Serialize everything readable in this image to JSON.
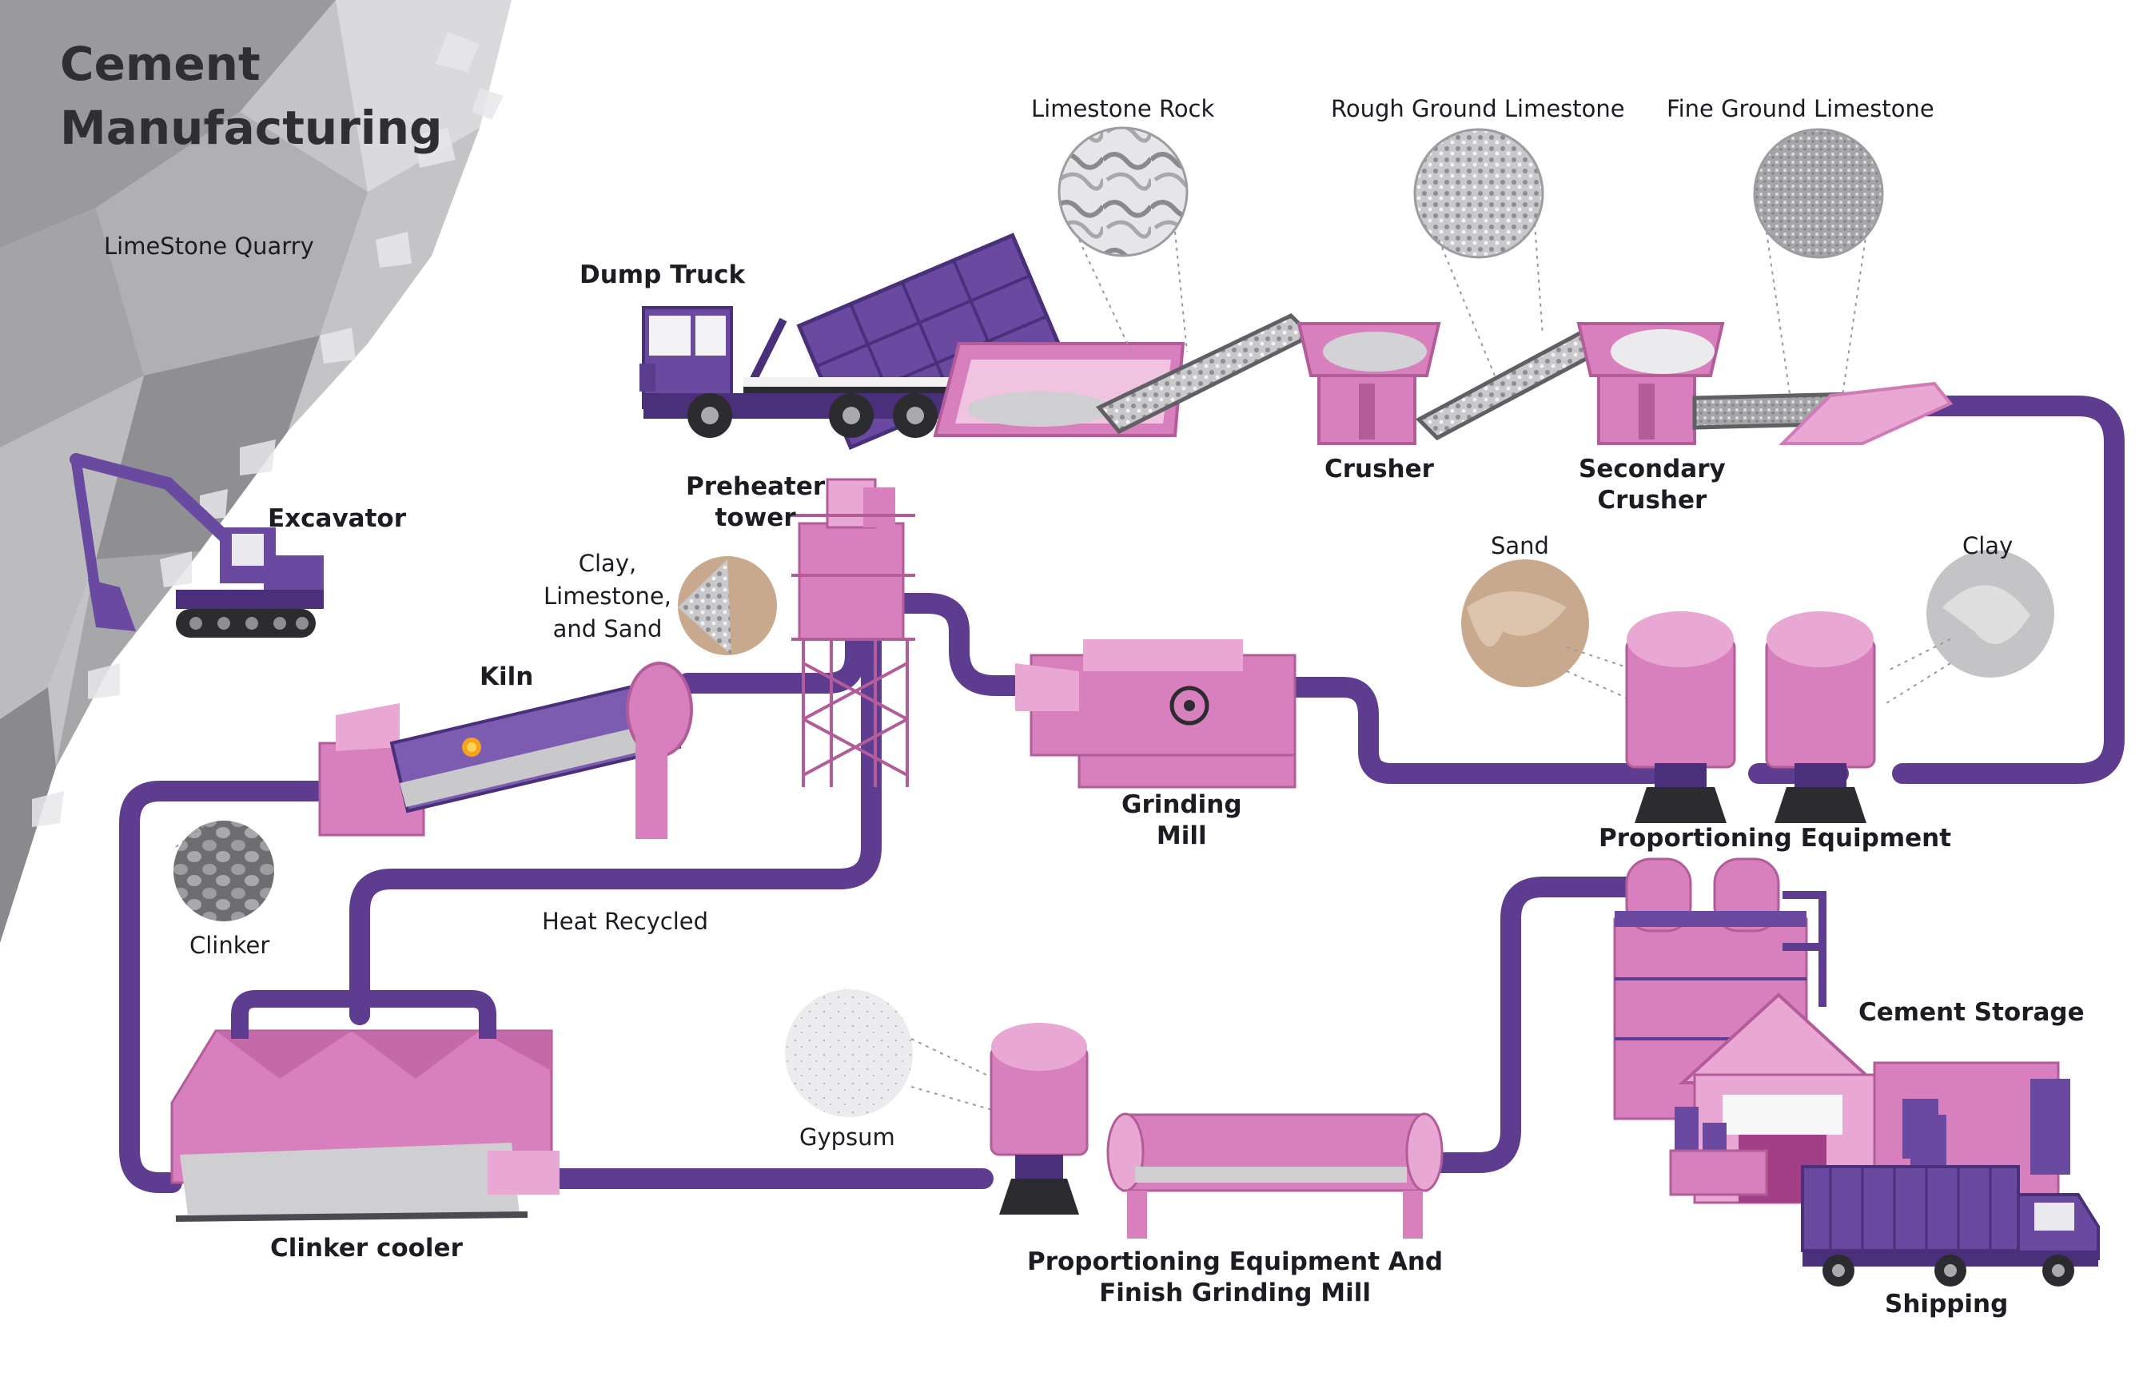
{
  "title": [
    "Cement",
    "Manufacturing"
  ],
  "colors": {
    "pipe": "#5e3d91",
    "pipe_light": "#7b5cb0",
    "equipment_pink": "#d87fbd",
    "equipment_light": "#e9a8d4",
    "purple": "#6a4aa0",
    "rock_gray": "#b9b9bb",
    "label": "#1c1c22"
  },
  "labels": {
    "quarry": "LimeStone Quarry",
    "excavator": "Excavator",
    "dump_truck": "Dump Truck",
    "limestone_rock": "Limestone Rock",
    "rough_ground": "Rough Ground Limestone",
    "fine_ground": "Fine Ground Limestone",
    "crusher": "Crusher",
    "secondary_crusher": [
      "Secondary",
      "Crusher"
    ],
    "preheater_tower": [
      "Preheater",
      "tower"
    ],
    "raw_mix": [
      "Clay,",
      "Limestone,",
      "and Sand"
    ],
    "kiln": "Kiln",
    "grinding_mill": [
      "Grinding",
      "Mill"
    ],
    "sand": "Sand",
    "clay": "Clay",
    "proportioning_equipment": "Proportioning Equipment",
    "clinker": "Clinker",
    "heat_recycled": "Heat Recycled",
    "gypsum": "Gypsum",
    "clinker_cooler": "Clinker cooler",
    "finish_mill": [
      "Proportioning Equipment And",
      "Finish Grinding Mill"
    ],
    "cement_storage": "Cement Storage",
    "shipping": "Shipping"
  }
}
